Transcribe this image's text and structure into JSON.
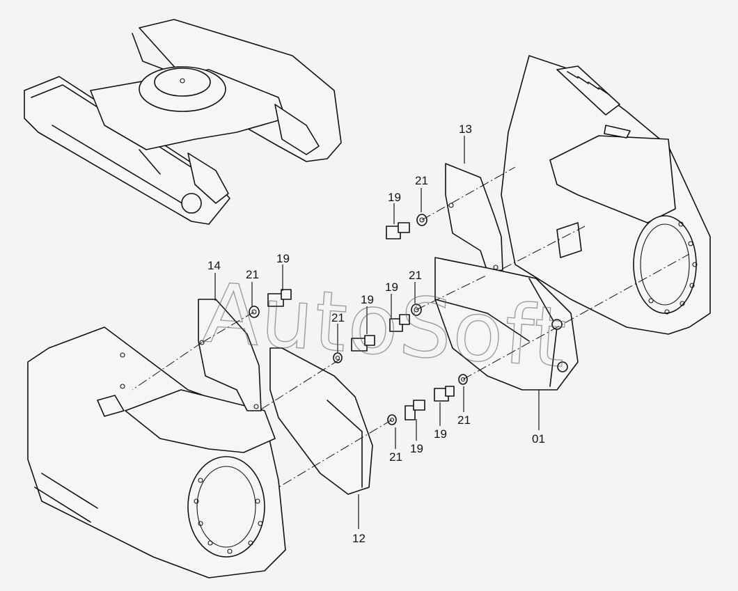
{
  "watermark": "AutoSoft",
  "callouts": {
    "c13": "13",
    "c21_top": "21",
    "c19_top": "19",
    "c14": "14",
    "c21_left": "21",
    "c19_left": "19",
    "c21_mid": "21",
    "c19_mid": "19",
    "c19_center": "19",
    "c21_center": "21",
    "c21_bottom": "21",
    "c19_bottom": "19",
    "c19_right": "19",
    "c21_right": "21",
    "c01": "01",
    "c12": "12"
  }
}
